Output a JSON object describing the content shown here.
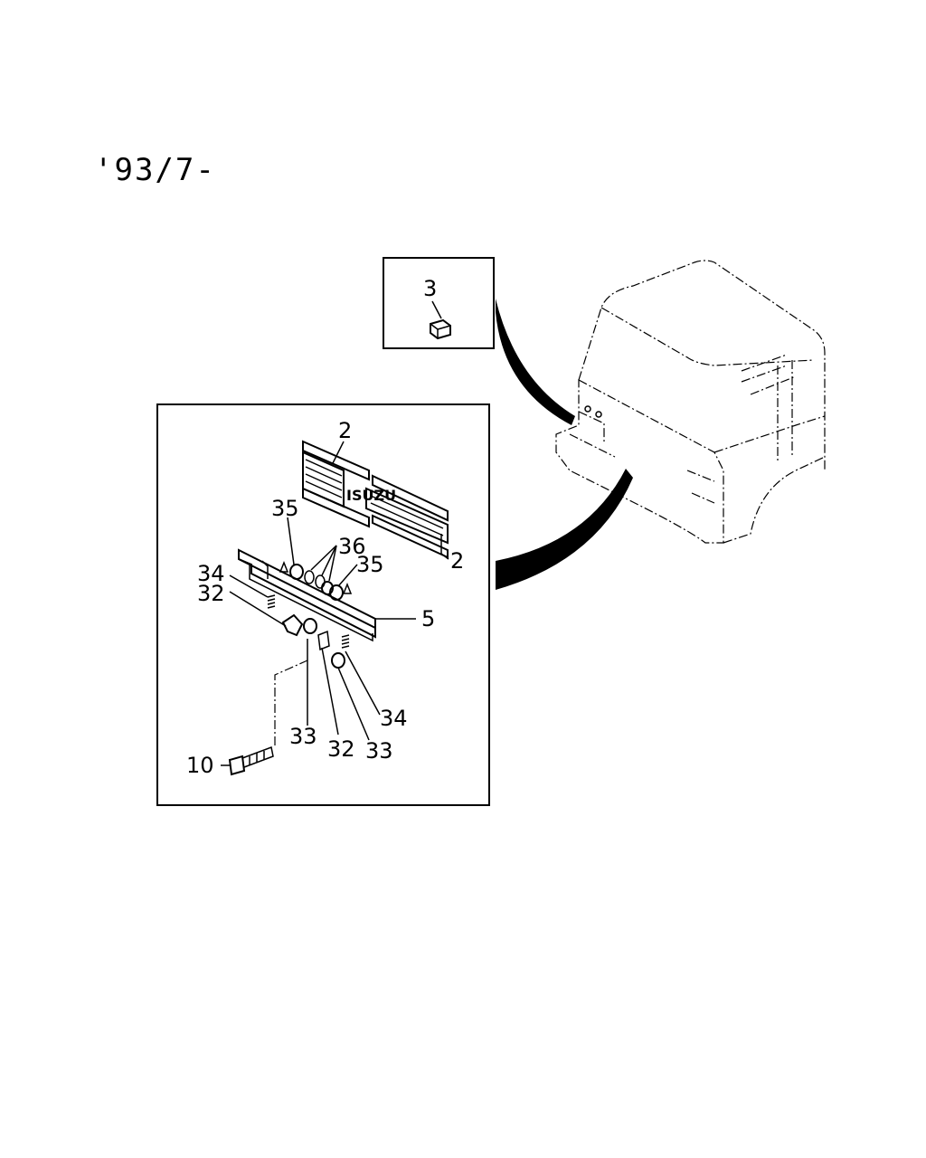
{
  "header": {
    "date_code": "'93/7-"
  },
  "inset_small": {
    "part_label": "3"
  },
  "inset_main": {
    "labels": {
      "grille_upper": "2",
      "grille_lower": "2",
      "bracket_a": "35",
      "bracket_b": "35",
      "clip": "36",
      "spring_left": "34",
      "spring_right": "34",
      "spacer_left": "32",
      "spacer_right": "32",
      "stay": "5",
      "bushing_left": "33",
      "bushing_right": "33",
      "bolt": "10"
    }
  }
}
